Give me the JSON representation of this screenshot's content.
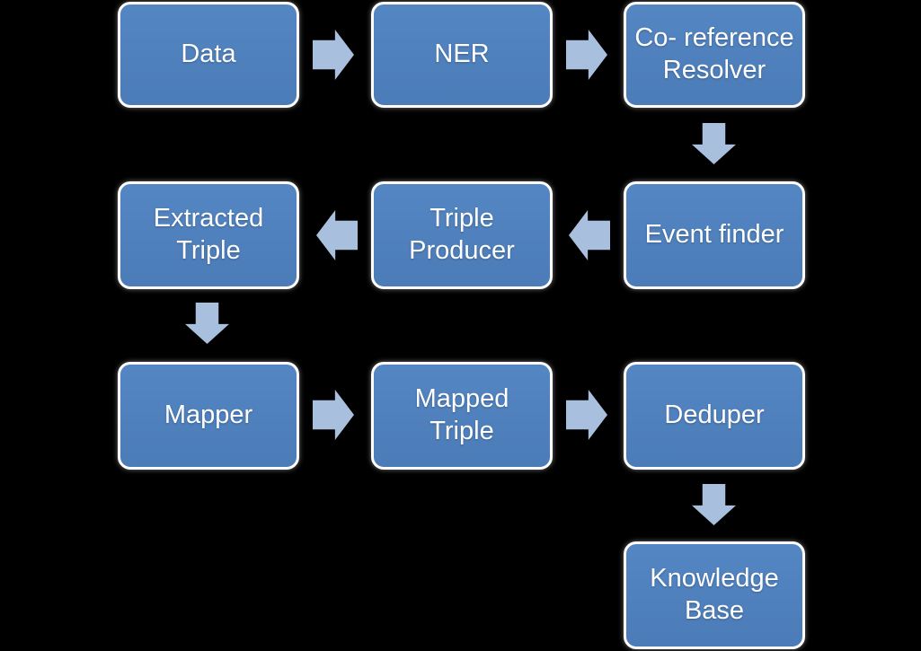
{
  "diagram": {
    "title": "knowledge-extraction-pipeline-flowchart",
    "background_color": "#000000",
    "node_fill_color": "#4e80bc",
    "node_border_color": "#ffffff",
    "node_text_color": "#ffffff",
    "arrow_color": "#a9bfde",
    "nodes": [
      {
        "id": "data",
        "label": "Data"
      },
      {
        "id": "ner",
        "label": "NER"
      },
      {
        "id": "coreference-resolver",
        "label": "Co- reference\nResolver"
      },
      {
        "id": "event-finder",
        "label": "Event finder"
      },
      {
        "id": "triple-producer",
        "label": "Triple\nProducer"
      },
      {
        "id": "extracted-triple",
        "label": "Extracted\nTriple"
      },
      {
        "id": "mapper",
        "label": "Mapper"
      },
      {
        "id": "mapped-triple",
        "label": "Mapped\nTriple"
      },
      {
        "id": "deduper",
        "label": "Deduper"
      },
      {
        "id": "knowledge-base",
        "label": "Knowledge\nBase"
      }
    ],
    "edges": [
      {
        "from": "Data",
        "to": "NER",
        "direction": "right"
      },
      {
        "from": "NER",
        "to": "Co- reference Resolver",
        "direction": "right"
      },
      {
        "from": "Co- reference Resolver",
        "to": "Event finder",
        "direction": "down"
      },
      {
        "from": "Event finder",
        "to": "Triple Producer",
        "direction": "left"
      },
      {
        "from": "Triple Producer",
        "to": "Extracted Triple",
        "direction": "left"
      },
      {
        "from": "Extracted Triple",
        "to": "Mapper",
        "direction": "down"
      },
      {
        "from": "Mapper",
        "to": "Mapped Triple",
        "direction": "right"
      },
      {
        "from": "Mapped Triple",
        "to": "Deduper",
        "direction": "right"
      },
      {
        "from": "Deduper",
        "to": "Knowledge Base",
        "direction": "down"
      }
    ]
  }
}
